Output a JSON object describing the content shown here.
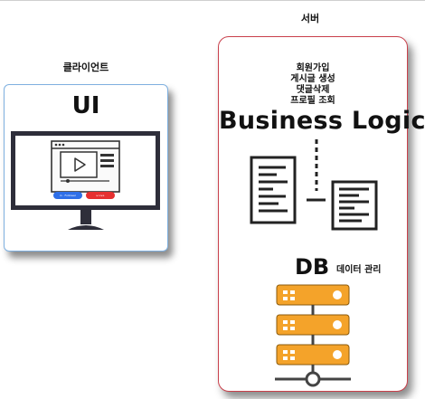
{
  "client": {
    "title": "클라이언트",
    "ui_label": "UI",
    "button_left": "in · Follower",
    "button_right": "▸ Live"
  },
  "server": {
    "title": "서버",
    "features": [
      "회원가입",
      "게시글 생성",
      "댓글삭제",
      "프로필 조회"
    ],
    "business_logic_label": "Business Logic",
    "db_label": "DB",
    "db_caption": "데이터 관리"
  },
  "colors": {
    "client_border": "#7fb0e0",
    "server_border": "#c9404b",
    "db_accent": "#f4a32a",
    "button_blue": "#2f6fe8",
    "button_red": "#e63030"
  }
}
